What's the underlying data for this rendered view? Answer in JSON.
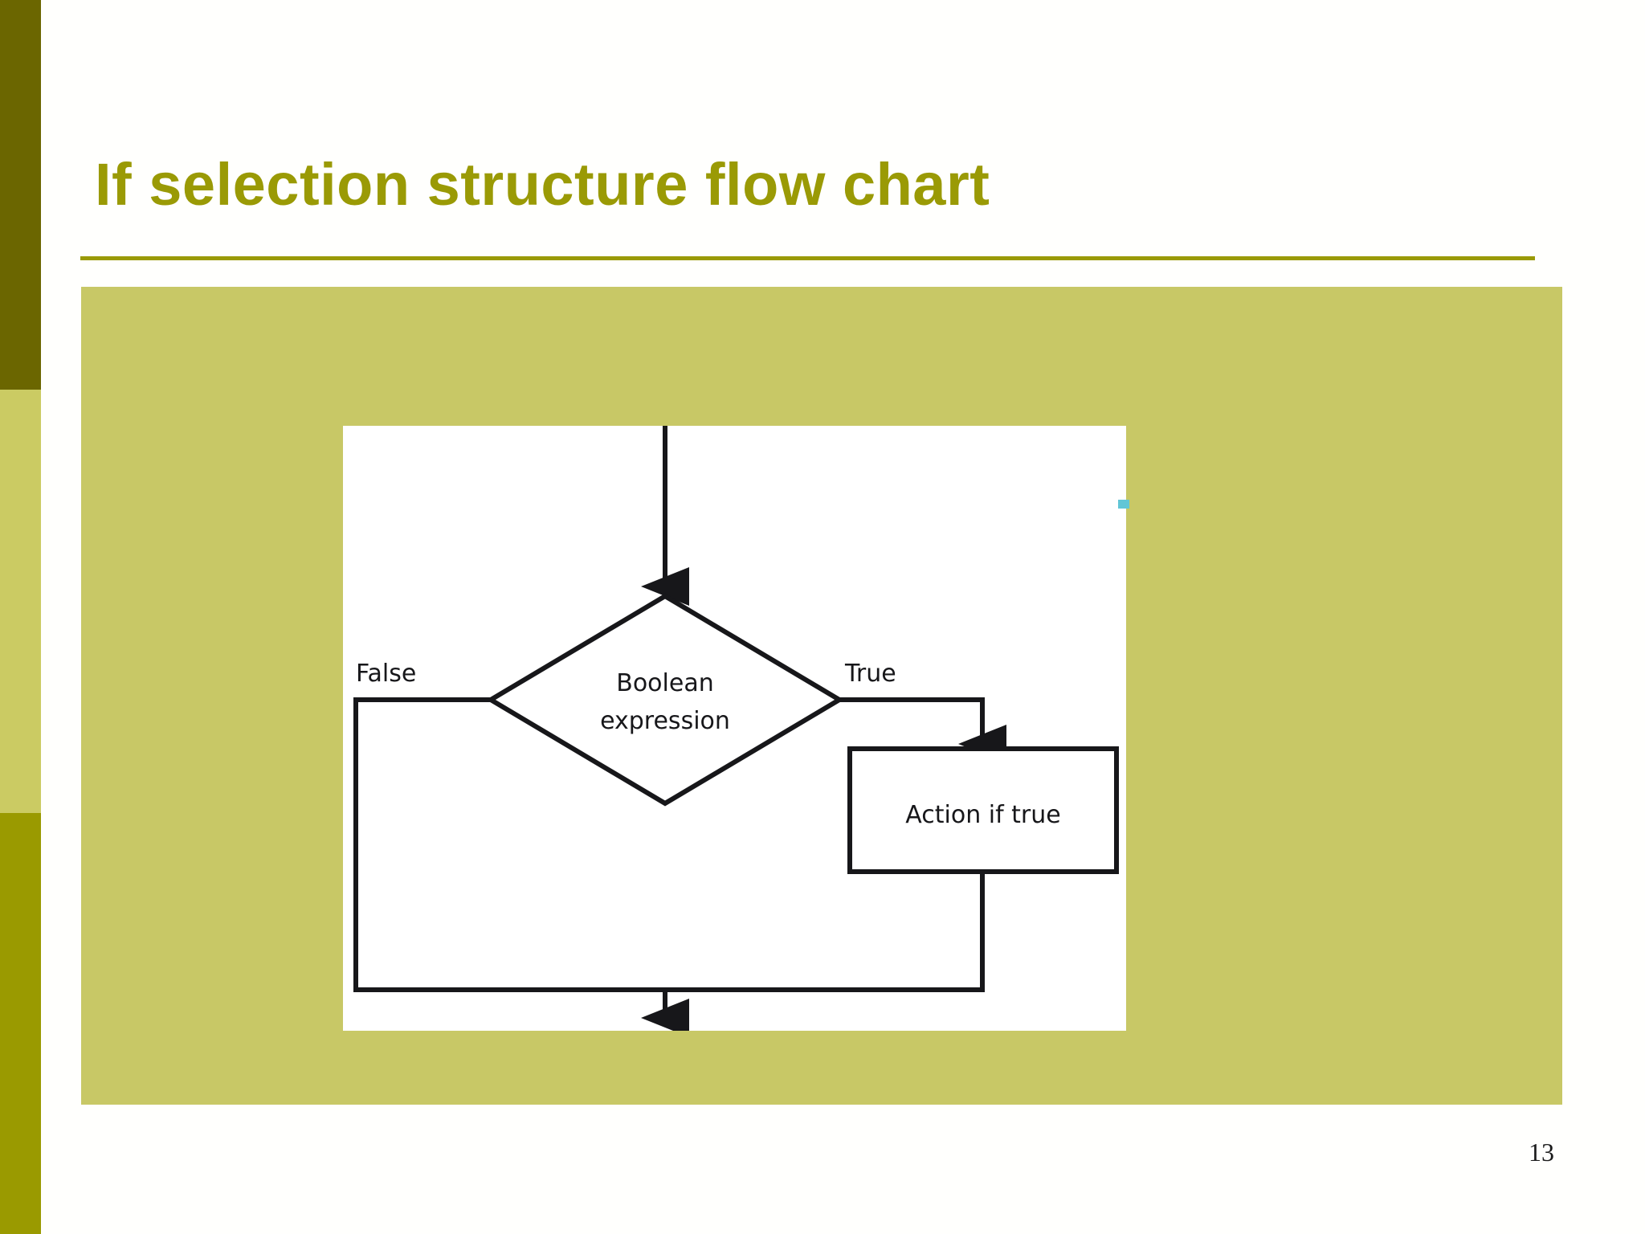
{
  "slide": {
    "title": "If selection structure flow chart",
    "page_number": "13",
    "theme": {
      "title_color": "#9a9a05",
      "sidebar_dark": "#6b6600",
      "sidebar_light": "#cbcb63",
      "sidebar_mid": "#9a9a00",
      "panel_fill": "#c8c866",
      "canvas_fill": "#ffffff",
      "stroke_color": "#17171a",
      "artifact_color": "#62c6d6"
    }
  },
  "diagram": {
    "type": "flowchart",
    "caption": "If selection structure flow chart",
    "nodes": [
      {
        "id": "entry",
        "kind": "entry-arrow",
        "label": ""
      },
      {
        "id": "decision",
        "kind": "diamond",
        "label_line1": "Boolean",
        "label_line2": "expression"
      },
      {
        "id": "action",
        "kind": "rectangle",
        "label": "Action if true"
      },
      {
        "id": "exit",
        "kind": "exit-arrow",
        "label": ""
      }
    ],
    "edges": [
      {
        "id": "edge-false",
        "from": "decision",
        "to": "exit",
        "label": "False"
      },
      {
        "id": "edge-true",
        "from": "decision",
        "to": "action",
        "label": "True"
      },
      {
        "id": "edge-action-exit",
        "from": "action",
        "to": "exit",
        "label": ""
      },
      {
        "id": "edge-entry-decision",
        "from": "entry",
        "to": "decision",
        "label": ""
      }
    ],
    "labels": {
      "false": "False",
      "true": "True",
      "decision_line1": "Boolean",
      "decision_line2": "expression",
      "action": "Action if true"
    }
  }
}
